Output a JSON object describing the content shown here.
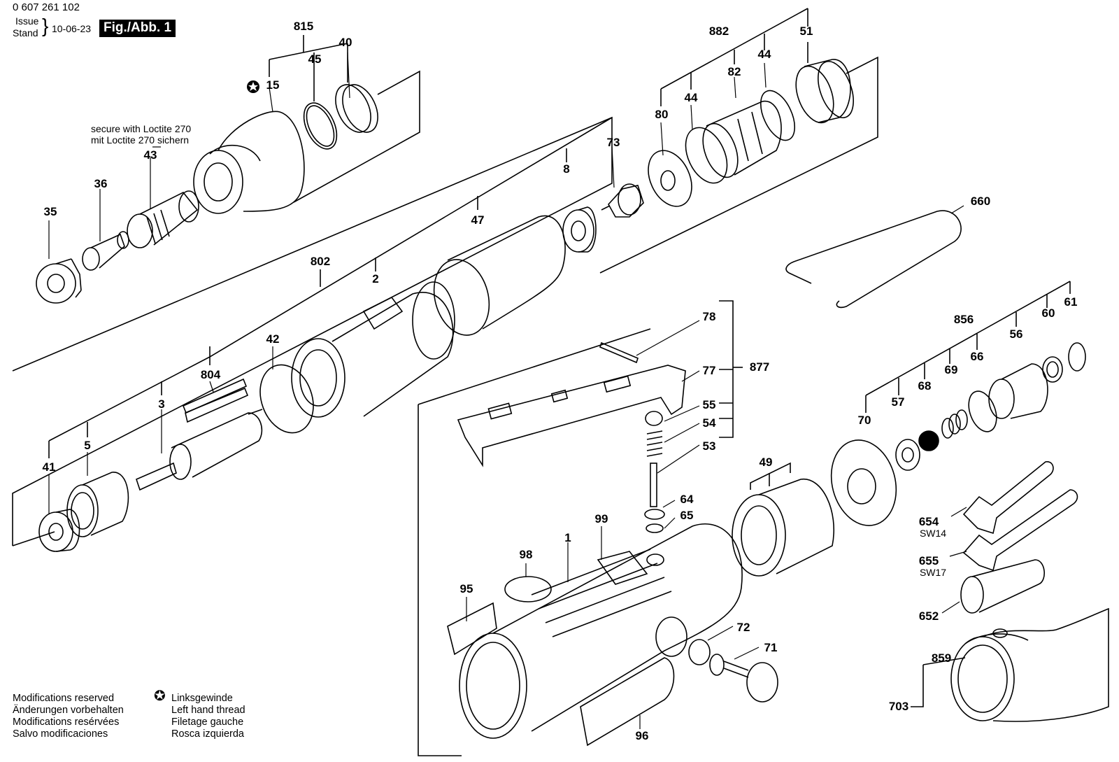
{
  "header": {
    "doc_number": "0 607 261 102",
    "issue_label": "Issue",
    "stand_label": "Stand",
    "issue_date": "10-06-23",
    "figure_tag": "Fig./Abb. 1"
  },
  "notes": {
    "loctite_en": "secure with Loctite 270",
    "loctite_de": "mit Loctite 270 sichern"
  },
  "footer": {
    "modifications": [
      "Modifications reserved",
      "Änderungen vorbehalten",
      "Modifications resérvées",
      "Salvo modificaciones"
    ],
    "left_hand_symbol": "✪",
    "left_hand_thread": [
      "Linksgewinde",
      "Left hand thread",
      "Filetage gauche",
      "Rosca izquierda"
    ]
  },
  "callouts": [
    "815",
    "45",
    "40",
    "15",
    "35",
    "36",
    "43",
    "882",
    "82",
    "44",
    "51",
    "80",
    "44",
    "73",
    "8",
    "47",
    "802",
    "2",
    "42",
    "804",
    "3",
    "5",
    "41",
    "660",
    "78",
    "77",
    "877",
    "55",
    "54",
    "53",
    "856",
    "60",
    "61",
    "56",
    "66",
    "69",
    "68",
    "57",
    "70",
    "49",
    "64",
    "65",
    "99",
    "1",
    "98",
    "95",
    "72",
    "71",
    "96",
    "654",
    "655",
    "652",
    "859",
    "703"
  ],
  "wrench_sizes": [
    "SW14",
    "SW17"
  ],
  "left_hand_marked_part": "15"
}
